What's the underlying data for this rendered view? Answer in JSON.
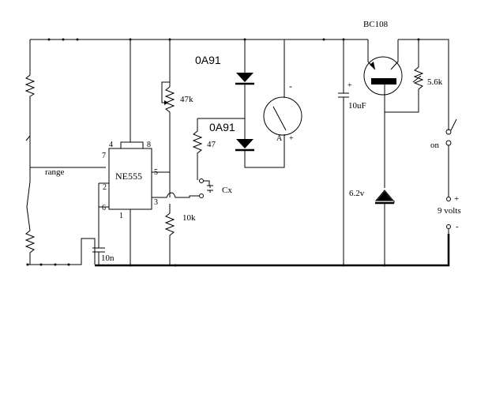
{
  "components": {
    "ic": "NE555",
    "transistor": "BC108",
    "diode_top": "0A91",
    "diode_bottom": "0A91",
    "r_47k": "47k",
    "r_47": "47",
    "r_10k": "10k",
    "r_5_6k": "5.6k",
    "c_10n": "10n",
    "c_10uf": "10uF",
    "cx": "Cx",
    "zener": "6.2v",
    "range": "range",
    "switch_on": "on",
    "battery": "9 volts",
    "meter": "A"
  },
  "pins": {
    "p1": "1",
    "p2": "2",
    "p3": "3",
    "p4": "4",
    "p5": "5",
    "p6": "6",
    "p7": "7",
    "p8": "8"
  },
  "polarity": {
    "plus": "+",
    "minus": "-",
    "minus_dot": "-"
  }
}
